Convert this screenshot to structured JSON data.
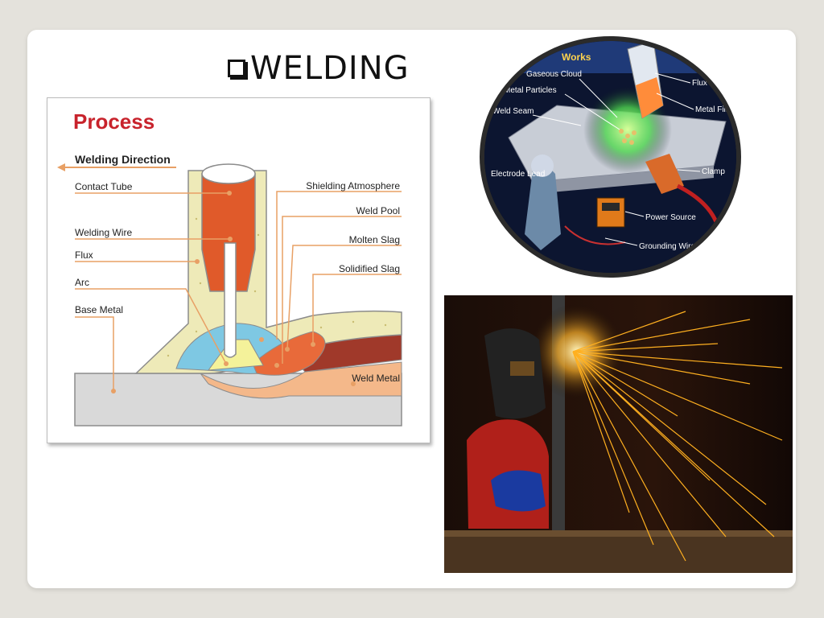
{
  "slide": {
    "title": "WELDING"
  },
  "process_diagram": {
    "heading": "Process",
    "direction_label": "Welding Direction",
    "labels_left": {
      "contact_tube": "Contact Tube",
      "welding_wire": "Welding Wire",
      "flux": "Flux",
      "arc": "Arc",
      "base_metal": "Base Metal"
    },
    "labels_right": {
      "shielding_atmosphere": "Shielding Atmosphere",
      "weld_pool": "Weld Pool",
      "molten_slag": "Molten Slag",
      "solidified_slag": "Solidified Slag",
      "weld_metal": "Weld Metal"
    },
    "colors": {
      "accent": "#c8232c",
      "leader": "#e8a065",
      "contact_tube": "#e05a2a",
      "flux": "#eeeab8",
      "pool": "#7ec8e3",
      "base": "#d9d9d9",
      "slag_dark": "#a0392a",
      "weld_metal": "#f4b88a"
    }
  },
  "circle_illustration": {
    "header": "Works",
    "labels": {
      "gaseous_cloud": "Gaseous Cloud",
      "metal_particles": "Metal Particles",
      "weld_seam": "Weld Seam",
      "flux_jacket": "Flux Jacket",
      "metal_filler": "Metal Filler",
      "electrode_lead": "Electrode Lead",
      "clamp": "Clamp",
      "power_source": "Power Source",
      "grounding_wire": "Grounding Wire"
    }
  }
}
